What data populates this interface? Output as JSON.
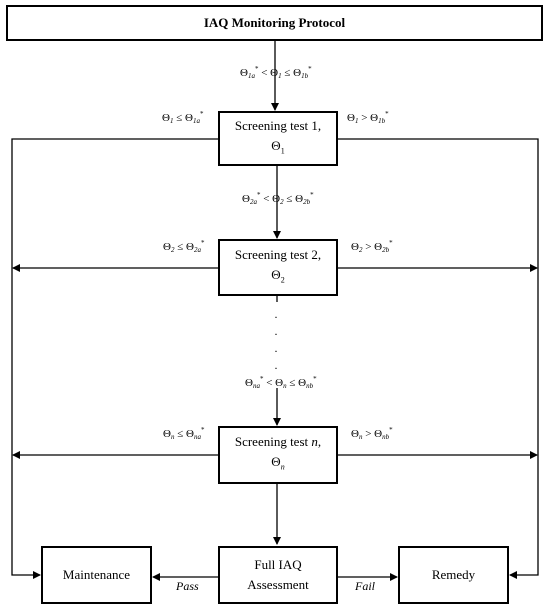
{
  "diagram": {
    "title": "IAQ Monitoring Protocol",
    "tests": [
      {
        "line1": "Screening test 1,",
        "symbol": "Θ",
        "sub": "1"
      },
      {
        "line1": "Screening test 2,",
        "symbol": "Θ",
        "sub": "2"
      },
      {
        "line1_prefix": "Screening test ",
        "line1_var": "n",
        "line1_suffix": ",",
        "symbol": "Θ",
        "sub": "n"
      }
    ],
    "conditions": {
      "c1_range": {
        "a": "1a",
        "mid": "1",
        "b": "1b"
      },
      "c1_low": {
        "mid": "1",
        "a": "1a"
      },
      "c1_high": {
        "mid": "1",
        "b": "1b"
      },
      "c2_range": {
        "a": "2a",
        "mid": "2",
        "b": "2b"
      },
      "c2_low": {
        "mid": "2",
        "a": "2a"
      },
      "c2_high": {
        "mid": "2",
        "b": "2b"
      },
      "cn_range": {
        "a": "na",
        "mid": "n",
        "b": "nb"
      },
      "cn_low": {
        "mid": "n",
        "a": "na"
      },
      "cn_high": {
        "mid": "n",
        "b": "nb"
      }
    },
    "maintenance": "Maintenance",
    "full_assessment_line1": "Full IAQ",
    "full_assessment_line2": "Assessment",
    "remedy": "Remedy",
    "pass_label": "Pass",
    "fail_label": "Fail",
    "ellipsis_dot": "·"
  }
}
